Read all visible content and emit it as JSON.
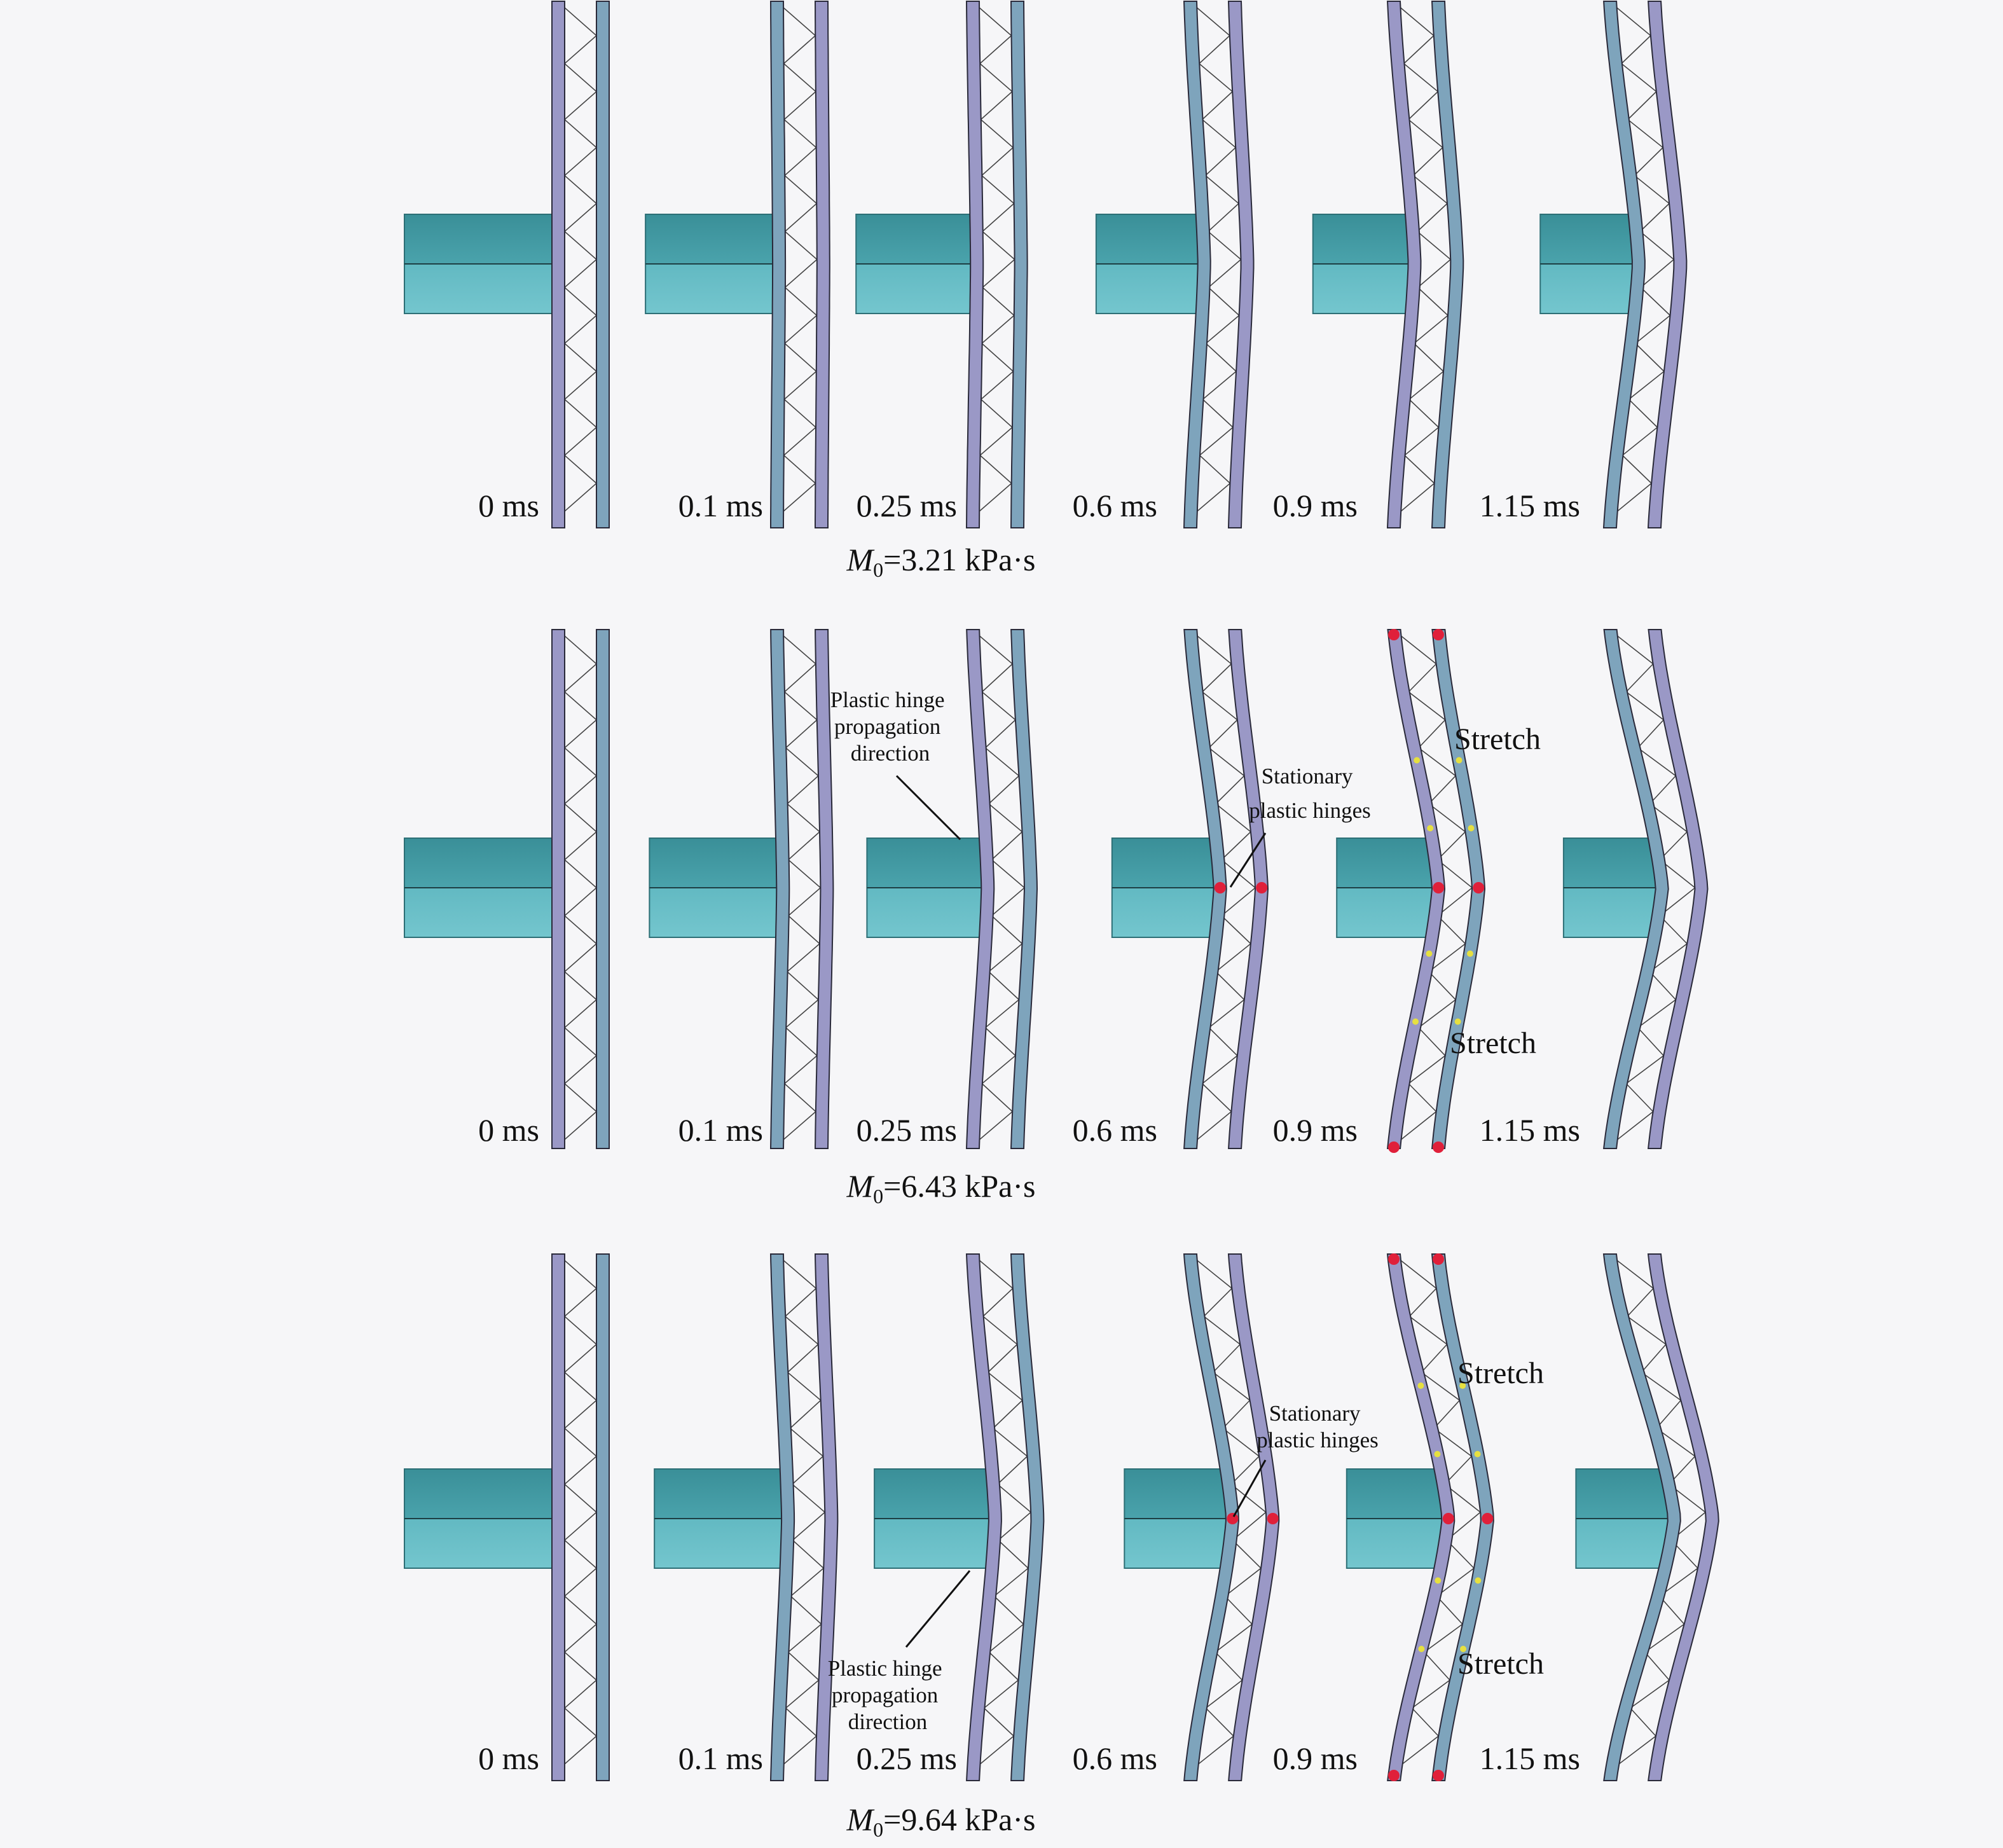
{
  "colors": {
    "background": "#f6f6f8",
    "projectile_dark": "#3f949c",
    "projectile_light": "#72c4cc",
    "panel_purple": "#9a98c6",
    "panel_blue": "#7ea4bc",
    "panel_outline": "#2a2a3a",
    "core_line": "#444444",
    "hinge_red": "#e0203a",
    "yellow_marker": "#e6e040",
    "gray_panel": "#a8a8a8"
  },
  "rows": [
    {
      "id": "row-1",
      "caption": {
        "symbol": "M",
        "subscript": "0",
        "rest": "=3.21 kPa·s"
      },
      "frames": [
        {
          "time": "0 ms",
          "deformation": 0
        },
        {
          "time": "0.1 ms",
          "deformation": 0.04
        },
        {
          "time": "0.25 ms",
          "deformation": 0.08
        },
        {
          "time": "0.6 ms",
          "deformation": 0.28
        },
        {
          "time": "0.9 ms",
          "deformation": 0.42
        },
        {
          "time": "1.15 ms",
          "deformation": 0.58
        }
      ],
      "annotations": []
    },
    {
      "id": "row-2",
      "caption": {
        "symbol": "M",
        "subscript": "0",
        "rest": "=6.43 kPa·s"
      },
      "frames": [
        {
          "time": "0 ms",
          "deformation": 0
        },
        {
          "time": "0.1 ms",
          "deformation": 0.12
        },
        {
          "time": "0.25 ms",
          "deformation": 0.3
        },
        {
          "time": "0.6 ms",
          "deformation": 0.6
        },
        {
          "time": "0.9 ms",
          "deformation": 0.9
        },
        {
          "time": "1.15 ms",
          "deformation": 1.05
        }
      ],
      "annotations": [
        {
          "text": [
            "Plastic hinge",
            "propagation",
            "direction"
          ]
        },
        {
          "text": [
            "Stationary",
            "plastic hinges"
          ]
        },
        {
          "text": [
            "Stretch"
          ]
        },
        {
          "text": [
            "Stretch"
          ]
        }
      ]
    },
    {
      "id": "row-3",
      "caption": {
        "symbol": "M",
        "subscript": "0",
        "rest": "=9.64 kPa·s"
      },
      "frames": [
        {
          "time": "0 ms",
          "deformation": 0
        },
        {
          "time": "0.1 ms",
          "deformation": 0.22
        },
        {
          "time": "0.25 ms",
          "deformation": 0.45
        },
        {
          "time": "0.6 ms",
          "deformation": 0.85
        },
        {
          "time": "0.9 ms",
          "deformation": 1.1
        },
        {
          "time": "1.15 ms",
          "deformation": 1.3
        }
      ],
      "annotations": [
        {
          "text": [
            "Plastic hinge",
            "propagation",
            "direction"
          ]
        },
        {
          "text": [
            "Stationary",
            "plastic hinges"
          ]
        },
        {
          "text": [
            "Stretch"
          ]
        },
        {
          "text": [
            "Stretch"
          ]
        }
      ]
    }
  ]
}
